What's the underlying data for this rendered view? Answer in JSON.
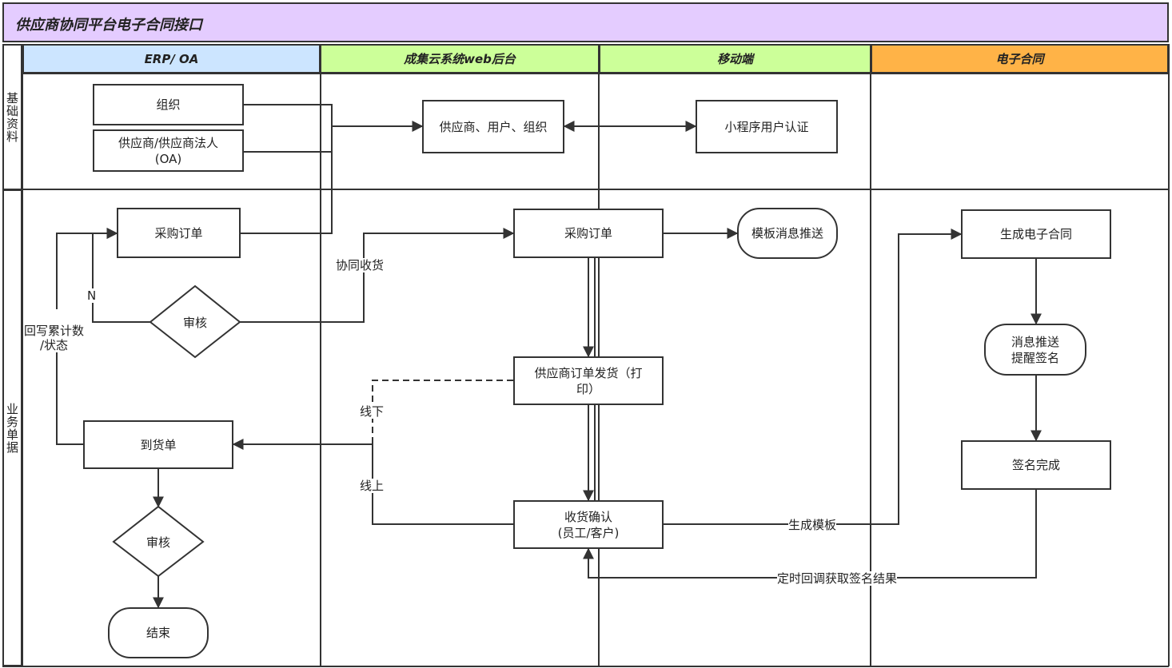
{
  "title": "供应商协同平台电子合同接口",
  "lanes": {
    "erp": "ERP/ OA",
    "web": "成集云系统web后台",
    "mobile": "移动端",
    "contract": "电子合同"
  },
  "rows": {
    "basic": "基础资料",
    "business": "业务单据"
  },
  "colors": {
    "title_bg": "#e4ccff",
    "erp_bg": "#cce5ff",
    "web_bg": "#ccff99",
    "mobile_bg": "#ccff99",
    "contract_bg": "#ffb347"
  },
  "nodes": {
    "org": "组织",
    "supplier_legal": "供应商/供应商法人\n(OA)",
    "supplier_user_org": "供应商、用户、组织",
    "miniapp_auth": "小程序用户认证",
    "erp_po": "采购订单",
    "erp_review": "审核",
    "web_po": "采购订单",
    "template_push": "模板消息推送",
    "gen_contract": "生成电子合同",
    "msg_push": "消息推送\n提醒签名",
    "sign_done": "签名完成",
    "ship": "供应商订单发货（打\n印）",
    "arrival": "到货单",
    "receipt": "收货确认\n(员工/客户)",
    "review2": "审核",
    "end": "结束"
  },
  "edge_labels": {
    "no": "N",
    "writeback": "回写累计数\n/状态",
    "collab_receive": "协同收货",
    "offline": "线下",
    "online": "线上",
    "gen_template": "生成模板",
    "callback": "定时回调获取签名结果"
  }
}
